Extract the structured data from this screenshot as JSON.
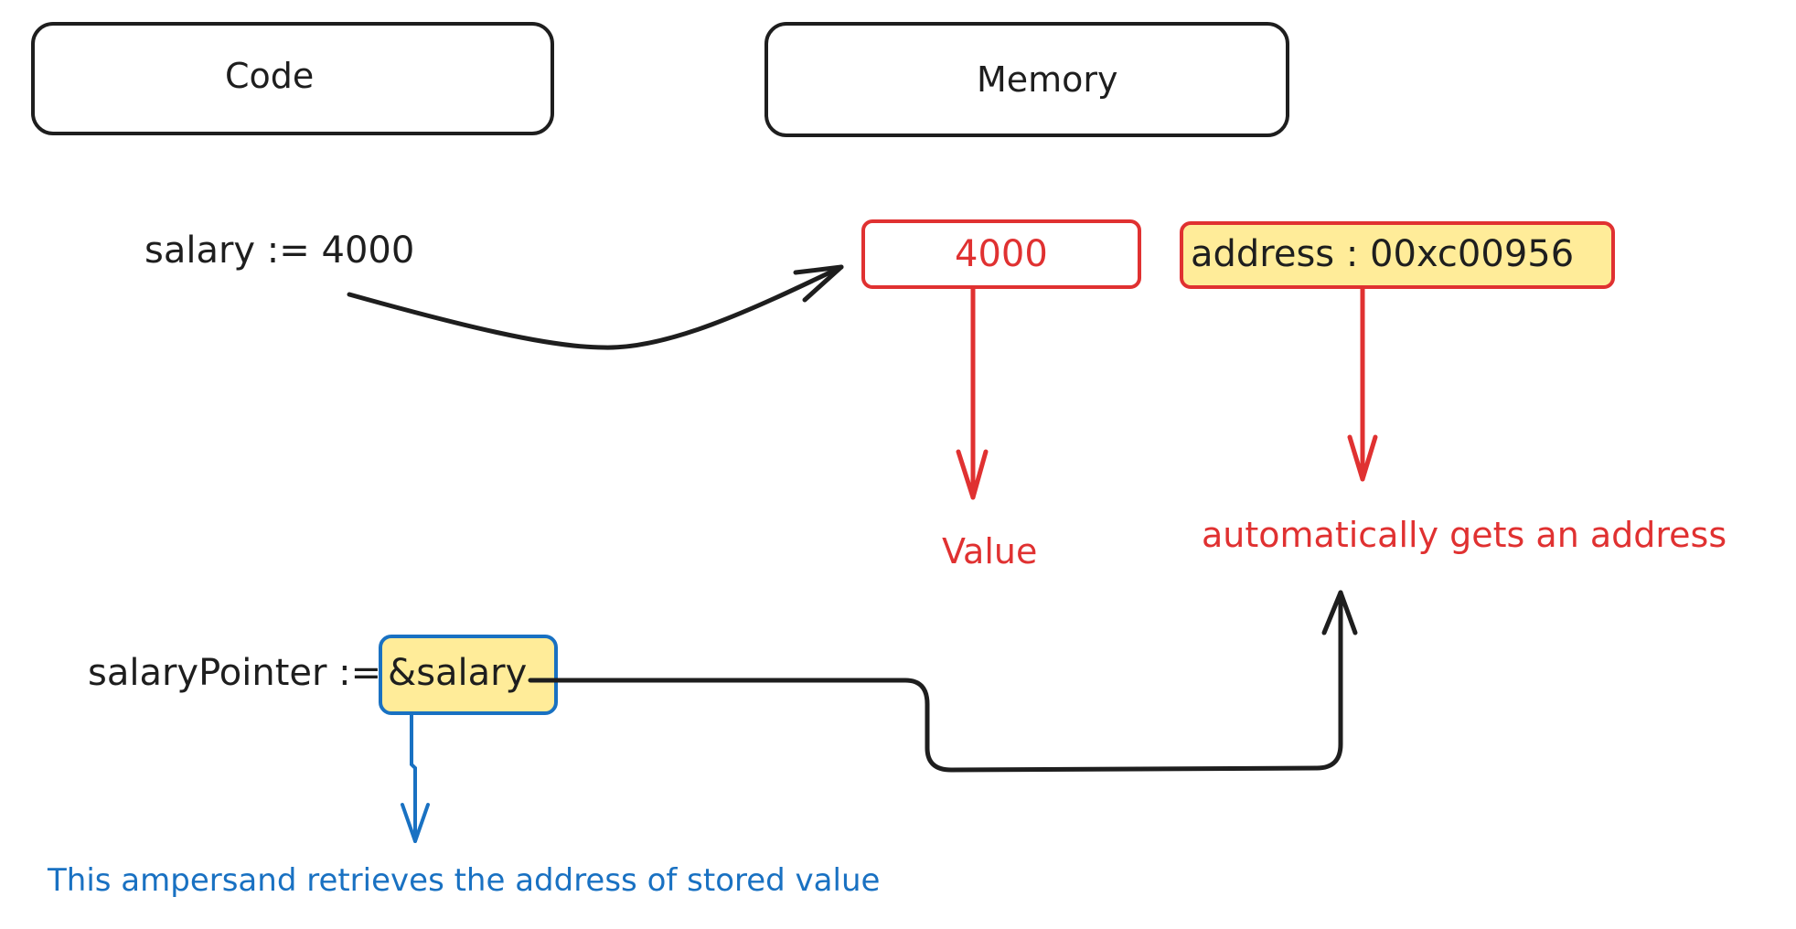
{
  "headers": {
    "code": "Code",
    "memory": "Memory"
  },
  "code": {
    "assignment": "salary := 4000",
    "pointer_prefix": "salaryPointer :=",
    "pointer_ref": "&salary"
  },
  "memory": {
    "value": "4000",
    "address": "address : 00xc00956"
  },
  "annotations": {
    "value": "Value",
    "address_note": "automatically gets an address",
    "ampersand_note": "This ampersand retrieves the address of stored value"
  },
  "colors": {
    "ink": "#1e1e1e",
    "red": "#e03131",
    "blue": "#1971c2",
    "highlight": "#ffec99"
  }
}
